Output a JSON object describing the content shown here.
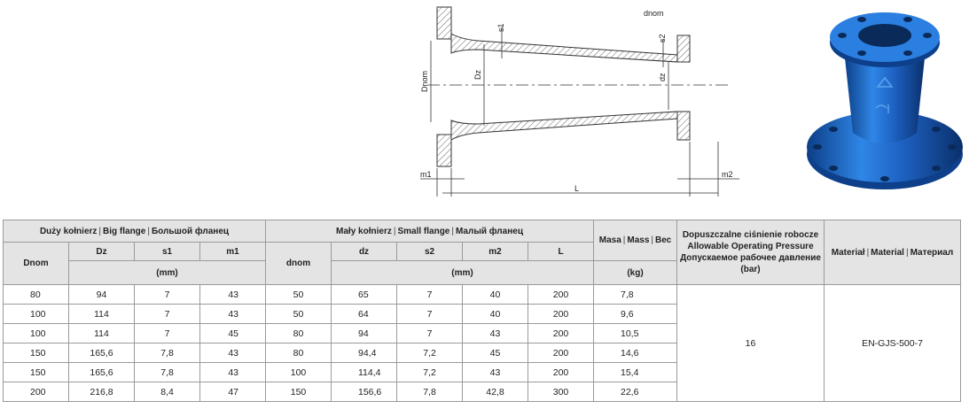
{
  "drawing": {
    "labels": {
      "s1": "s1",
      "s2": "s2",
      "Dz": "Dz",
      "dz": "dz",
      "Dnom": "Dnom",
      "dnom": "dnom",
      "m1": "m1",
      "m2": "m2",
      "L": "L"
    }
  },
  "photo": {
    "color": "#1f6fd0"
  },
  "table": {
    "groups": {
      "big_flange": [
        "Duży kołnierz",
        "Big flange",
        "Большой фланец"
      ],
      "small_flange": [
        "Mały kołnierz",
        "Small flange",
        "Малый фланец"
      ],
      "mass": [
        "Masa",
        "Mass",
        "Вес"
      ],
      "pressure": [
        "Dopuszczalne ciśnienie robocze",
        "Allowable Operating Pressure",
        "Допускаемое рабочее давление",
        "(bar)"
      ],
      "material": [
        "Materiał",
        "Material",
        "Материал"
      ]
    },
    "columns": {
      "Dnom": "Dnom",
      "Dz": "Dz",
      "s1": "s1",
      "m1": "m1",
      "dnom": "dnom",
      "dz": "dz",
      "s2": "s2",
      "m2": "m2",
      "L": "L"
    },
    "units": {
      "mm_left": "(mm)",
      "mm_right": "(mm)",
      "kg": "(kg)"
    },
    "rows": [
      [
        "80",
        "94",
        "7",
        "43",
        "50",
        "65",
        "7",
        "40",
        "200",
        "7,8"
      ],
      [
        "100",
        "114",
        "7",
        "43",
        "50",
        "64",
        "7",
        "40",
        "200",
        "9,6"
      ],
      [
        "100",
        "114",
        "7",
        "45",
        "80",
        "94",
        "7",
        "43",
        "200",
        "10,5"
      ],
      [
        "150",
        "165,6",
        "7,8",
        "43",
        "80",
        "94,4",
        "7,2",
        "45",
        "200",
        "14,6"
      ],
      [
        "150",
        "165,6",
        "7,8",
        "43",
        "100",
        "114,4",
        "7,2",
        "43",
        "200",
        "15,4"
      ],
      [
        "200",
        "216,8",
        "8,4",
        "47",
        "150",
        "156,6",
        "7,8",
        "42,8",
        "300",
        "22,6"
      ]
    ],
    "pressure_value": "16",
    "material_value": "EN-GJS-500-7"
  }
}
